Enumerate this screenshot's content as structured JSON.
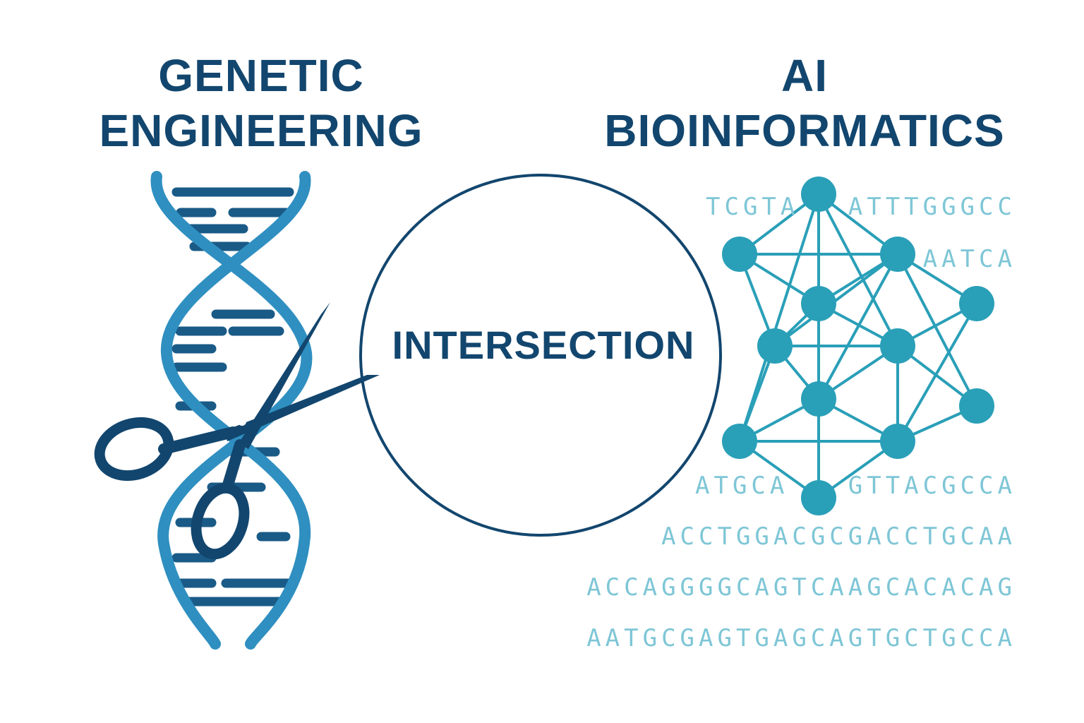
{
  "left": {
    "heading_line1": "GENETIC",
    "heading_line2": "ENGINEERING"
  },
  "right": {
    "heading_line1": "AI",
    "heading_line2": "BIOINFORMATICS"
  },
  "center": {
    "label": "INTERSECTION"
  },
  "sequences": {
    "top_left": "TCGTA",
    "top_right": "ATTTGGGCC",
    "mid_right": "AATCA",
    "bottom_left": "ATGCA",
    "bottom_right": "GTTACGCCA",
    "row1": "ACCTGGACGCGACCTGCAA",
    "row2": "ACCAGGGGCAGTCAAGCACACAG",
    "row3": "AATGCGAGTGAGCAGTGCTGCCA"
  },
  "icons": [
    "dna-helix-icon",
    "scissors-icon",
    "neural-network-icon"
  ],
  "colors": {
    "navy": "#12466e",
    "helix_blue": "#2f8fc0",
    "network_teal": "#2a9fb8",
    "sequence_text": "#7ec6d6"
  }
}
